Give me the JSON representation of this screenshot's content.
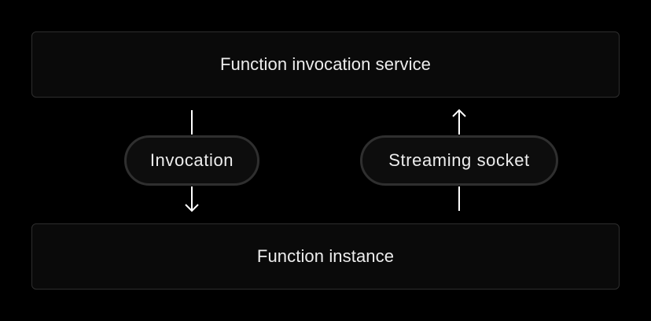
{
  "diagram": {
    "top_box": {
      "label": "Function invocation service"
    },
    "bottom_box": {
      "label": "Function instance"
    },
    "invocation_pill": {
      "label": "Invocation"
    },
    "streaming_pill": {
      "label": "Streaming socket"
    }
  },
  "colors": {
    "background": "#000000",
    "box_fill": "#0a0a0a",
    "box_border": "#2e2e2e",
    "pill_border": "#2f2f2f",
    "text": "#ededed",
    "arrow": "#ffffff"
  }
}
